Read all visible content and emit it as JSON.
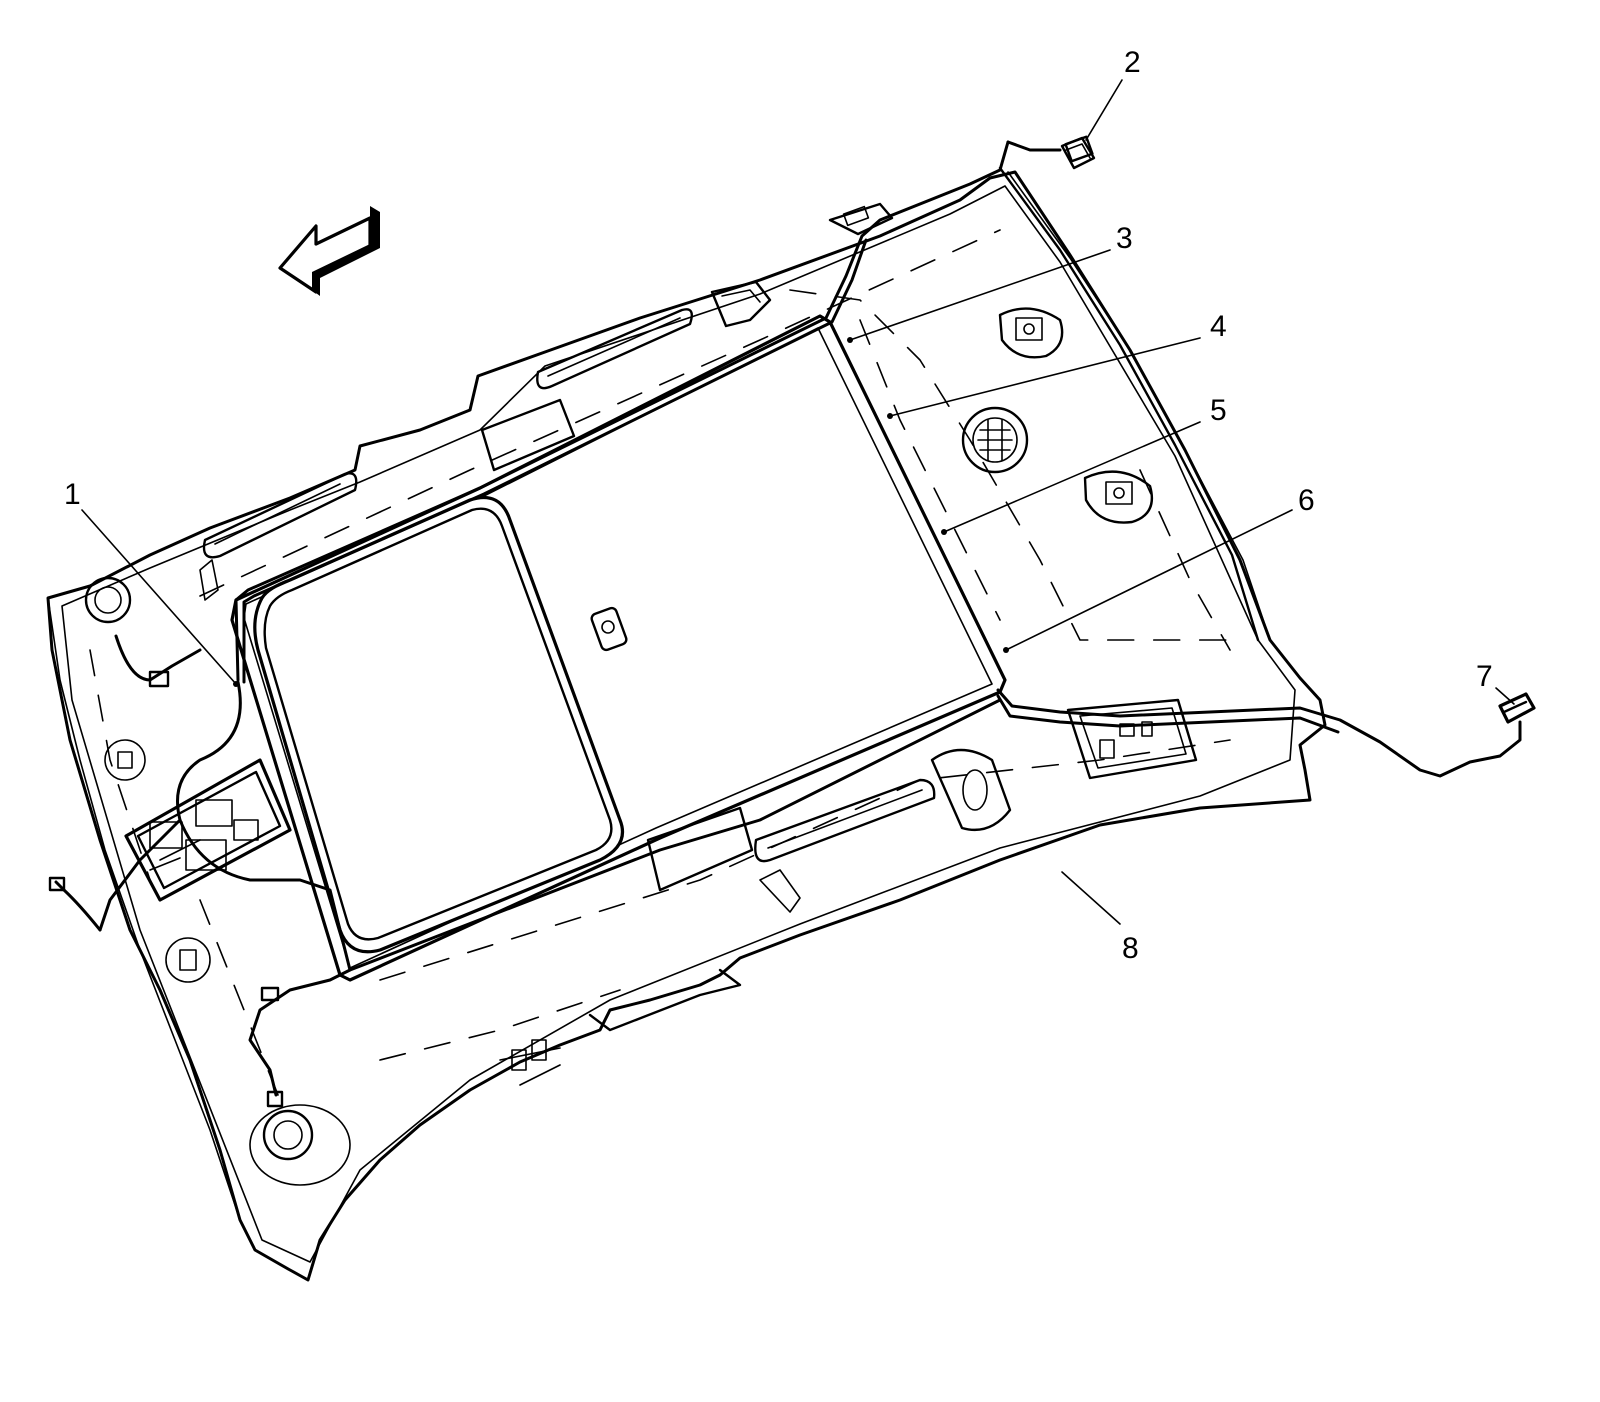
{
  "diagram": {
    "type": "headliner-exploded-view",
    "colors": {
      "ink": "#000000",
      "background": "#ffffff"
    },
    "callouts": [
      {
        "id": "1",
        "label": "1"
      },
      {
        "id": "2",
        "label": "2"
      },
      {
        "id": "3",
        "label": "3"
      },
      {
        "id": "4",
        "label": "4"
      },
      {
        "id": "5",
        "label": "5"
      },
      {
        "id": "6",
        "label": "6"
      },
      {
        "id": "7",
        "label": "7"
      },
      {
        "id": "8",
        "label": "8"
      }
    ],
    "icons": {
      "direction_arrow": "forward-arrow-icon"
    }
  }
}
